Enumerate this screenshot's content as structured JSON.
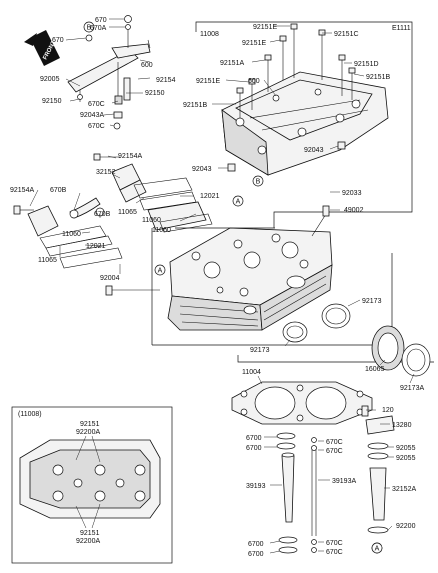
{
  "diagram": {
    "code": "E1111",
    "front_label": "FRONT",
    "inset_title": "(11008)",
    "circle_markers": [
      "A",
      "B"
    ],
    "labels": [
      "670",
      "670A",
      "670",
      "600",
      "92005",
      "92154",
      "92150",
      "92150",
      "670C",
      "92043A",
      "670C",
      "11008",
      "92151E",
      "92151C",
      "92151E",
      "92151A",
      "92151D",
      "92151E",
      "600",
      "92151B",
      "92151B",
      "92043",
      "92043",
      "92154A",
      "32152",
      "92154A",
      "670B",
      "670B",
      "11065",
      "11060",
      "12021",
      "92033",
      "49002",
      "11060",
      "11065",
      "12021",
      "11060",
      "92004",
      "92173",
      "92173",
      "16065",
      "92173A",
      "11004",
      "120",
      "13280",
      "6700",
      "6700",
      "670C",
      "670C",
      "92055",
      "92055",
      "39193",
      "39193A",
      "32152A",
      "92200",
      "6700",
      "6700",
      "670C",
      "670C",
      "92151",
      "92200A",
      "92151",
      "92200A"
    ]
  }
}
